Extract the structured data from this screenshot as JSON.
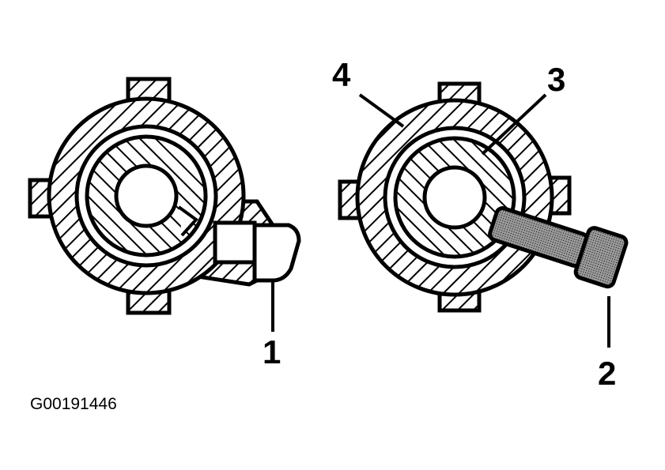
{
  "figure": {
    "callouts": {
      "one": "1",
      "two": "2",
      "three": "3",
      "four": "4"
    },
    "figure_id": "G00191446"
  }
}
